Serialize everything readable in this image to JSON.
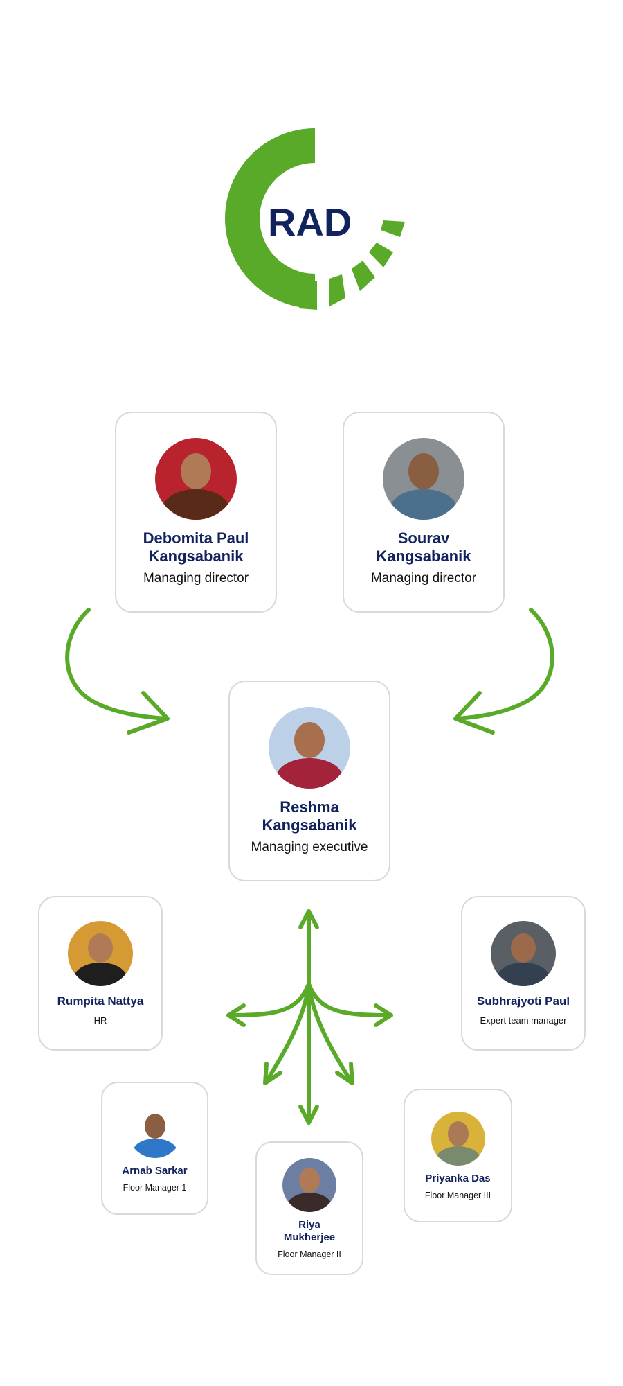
{
  "logo": {
    "text": "RAD",
    "brand_color": "#5aaa2a",
    "text_color": "#12225c"
  },
  "colors": {
    "accent": "#5aaa2a",
    "name_text": "#12225c",
    "card_border": "#d9d9d9"
  },
  "people": {
    "debomita": {
      "name": "Debomita Paul Kangsabanik",
      "role": "Managing director"
    },
    "sourav": {
      "name": "Sourav Kangsabanik",
      "role": "Managing director"
    },
    "reshma": {
      "name": "Reshma Kangsabanik",
      "role": "Managing executive"
    },
    "rumpita": {
      "name": "Rumpita Nattya",
      "role": "HR"
    },
    "subhrajyoti": {
      "name": "Subhrajyoti Paul",
      "role": "Expert team manager"
    },
    "arnab": {
      "name": "Arnab Sarkar",
      "role": "Floor Manager 1"
    },
    "riya": {
      "name": "Riya Mukherjee",
      "role": "Floor Manager II"
    },
    "priyanka": {
      "name": "Priyanka Das",
      "role": "Floor Manager III"
    }
  }
}
